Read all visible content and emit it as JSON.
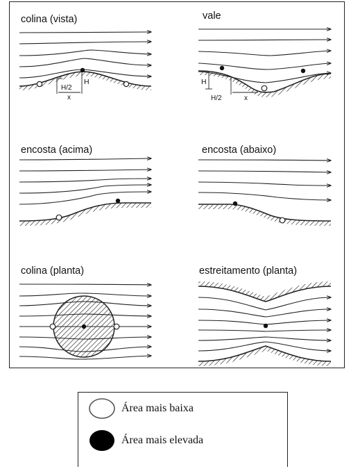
{
  "panels": {
    "colina_vista": {
      "title": "colina (vista)",
      "h_label": "H",
      "h2_label": "H/2",
      "x_label": "x"
    },
    "vale": {
      "title": "vale",
      "h_label": "H",
      "h2_label": "H/2",
      "x_label": "x"
    },
    "encosta_acima": {
      "title": "encosta (acima)"
    },
    "encosta_abaixo": {
      "title": "encosta (abaixo)"
    },
    "colina_planta": {
      "title": "colina (planta)"
    },
    "estreitamento_planta": {
      "title": "estreitamento (planta)"
    }
  },
  "legend": {
    "low_area": "Área mais baixa",
    "high_area": "Área mais elevada"
  },
  "colors": {
    "line": "#222222",
    "hatch": "#333333",
    "background": "#ffffff"
  }
}
